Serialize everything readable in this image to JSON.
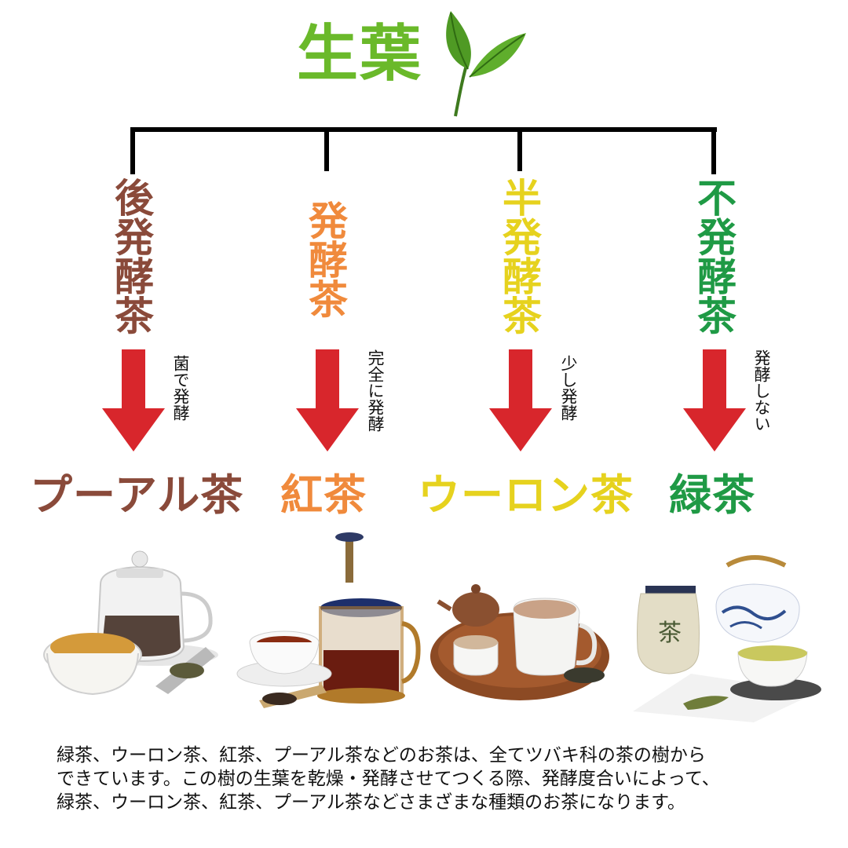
{
  "root": {
    "title": "生葉",
    "icon": "tea-leaf-icon"
  },
  "categories": [
    {
      "label": "後発酵茶",
      "color": "#8a4a3a",
      "note": "菌で発酵",
      "tea": "プーアル茶",
      "tea_color": "#8a4a3a",
      "image": "puerh-tea-set"
    },
    {
      "label": "発酵茶",
      "color": "#f08a3c",
      "note": "完全に発酵",
      "tea": "紅茶",
      "tea_color": "#f08a3c",
      "image": "black-tea-set"
    },
    {
      "label": "半発酵茶",
      "color": "#e6d21e",
      "note": "少し発酵",
      "tea": "ウーロン茶",
      "tea_color": "#e6d21e",
      "image": "oolong-tea-set"
    },
    {
      "label": "不発酵茶",
      "color": "#1f9a45",
      "note": "発酵しない",
      "tea": "緑茶",
      "tea_color": "#1f9a45",
      "image": "green-tea-set"
    }
  ],
  "arrow_color": "#d8262c",
  "description": [
    "緑茶、ウーロン茶、紅茶、プーアル茶などのお茶は、全てツバキ科の茶の樹から",
    "できています。この樹の生葉を乾燥・発酵させてつくる際、発酵度合いによって、",
    "緑茶、ウーロン茶、紅茶、プーアル茶などさまざまな種類のお茶になります。"
  ]
}
